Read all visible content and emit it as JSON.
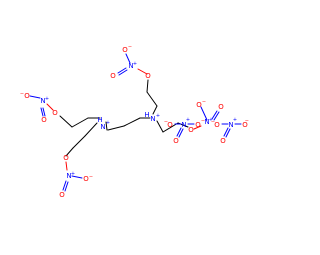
{
  "colors": {
    "background": "#ffffff",
    "bond": "#000000",
    "oxygen": "#ff0000",
    "nitrogen": "#0000ff"
  },
  "atoms": {
    "oxygen": "O",
    "oxygen_anion": "O",
    "nitrogen": "N",
    "ammonium_n": "N",
    "ammonium_h": "H",
    "charge_plus": "+",
    "charge_minus": "−"
  }
}
